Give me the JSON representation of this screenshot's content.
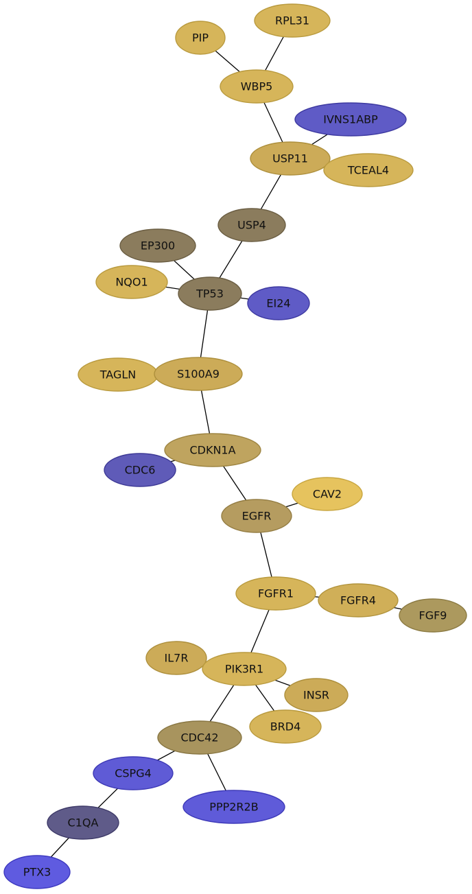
{
  "nodes": [
    {
      "id": "RPL31",
      "label": "RPL31",
      "fill": "#d6b55a",
      "stroke": "#b99a3e"
    },
    {
      "id": "PIP",
      "label": "PIP",
      "fill": "#d6b55a",
      "stroke": "#b99a3e"
    },
    {
      "id": "WBP5",
      "label": "WBP5",
      "fill": "#d6b55a",
      "stroke": "#b99a3e"
    },
    {
      "id": "IVNS1ABP",
      "label": "IVNS1ABP",
      "fill": "#5f5bc6",
      "stroke": "#3d39a0"
    },
    {
      "id": "USP11",
      "label": "USP11",
      "fill": "#ccab58",
      "stroke": "#ad8f3c"
    },
    {
      "id": "TCEAL4",
      "label": "TCEAL4",
      "fill": "#d6b55a",
      "stroke": "#b99a3e"
    },
    {
      "id": "USP4",
      "label": "USP4",
      "fill": "#8b7c5d",
      "stroke": "#6a5d42"
    },
    {
      "id": "EP300",
      "label": "EP300",
      "fill": "#8b7c5d",
      "stroke": "#6a5d42"
    },
    {
      "id": "NQO1",
      "label": "NQO1",
      "fill": "#d6b55a",
      "stroke": "#b99a3e"
    },
    {
      "id": "TP53",
      "label": "TP53",
      "fill": "#8b7c5d",
      "stroke": "#6a5d42"
    },
    {
      "id": "EI24",
      "label": "EI24",
      "fill": "#5f5bc6",
      "stroke": "#3d39a0"
    },
    {
      "id": "TAGLN",
      "label": "TAGLN",
      "fill": "#d6b55a",
      "stroke": "#b99a3e"
    },
    {
      "id": "S100A9",
      "label": "S100A9",
      "fill": "#ccab58",
      "stroke": "#ad8f3c"
    },
    {
      "id": "CDKN1A",
      "label": "CDKN1A",
      "fill": "#bfa45f",
      "stroke": "#9e8542"
    },
    {
      "id": "CDC6",
      "label": "CDC6",
      "fill": "#5f5bb8",
      "stroke": "#3d3995"
    },
    {
      "id": "CAV2",
      "label": "CAV2",
      "fill": "#e6c35e",
      "stroke": "#c8a640"
    },
    {
      "id": "EGFR",
      "label": "EGFR",
      "fill": "#b59c60",
      "stroke": "#947d43"
    },
    {
      "id": "FGFR1",
      "label": "FGFR1",
      "fill": "#d6b55a",
      "stroke": "#b99a3e"
    },
    {
      "id": "FGFR4",
      "label": "FGFR4",
      "fill": "#d0af58",
      "stroke": "#b1933c"
    },
    {
      "id": "FGF9",
      "label": "FGF9",
      "fill": "#ac995e",
      "stroke": "#8b7a42"
    },
    {
      "id": "IL7R",
      "label": "IL7R",
      "fill": "#ccab58",
      "stroke": "#ad8f3c"
    },
    {
      "id": "PIK3R1",
      "label": "PIK3R1",
      "fill": "#d6b55a",
      "stroke": "#b99a3e"
    },
    {
      "id": "INSR",
      "label": "INSR",
      "fill": "#ccab58",
      "stroke": "#ad8f3c"
    },
    {
      "id": "BRD4",
      "label": "BRD4",
      "fill": "#d6b55a",
      "stroke": "#b99a3e"
    },
    {
      "id": "CDC42",
      "label": "CDC42",
      "fill": "#a8945e",
      "stroke": "#887642"
    },
    {
      "id": "CSPG4",
      "label": "CSPG4",
      "fill": "#5f5bd6",
      "stroke": "#3d39b5"
    },
    {
      "id": "PPP2R2B",
      "label": "PPP2R2B",
      "fill": "#5f5bd9",
      "stroke": "#3d39b8"
    },
    {
      "id": "C1QA",
      "label": "C1QA",
      "fill": "#5f5b89",
      "stroke": "#3e3a68"
    },
    {
      "id": "PTX3",
      "label": "PTX3",
      "fill": "#5f5be0",
      "stroke": "#3d39bf"
    }
  ],
  "edges": [
    [
      "RPL31",
      "WBP5"
    ],
    [
      "PIP",
      "WBP5"
    ],
    [
      "WBP5",
      "USP11"
    ],
    [
      "IVNS1ABP",
      "USP11"
    ],
    [
      "USP11",
      "TCEAL4"
    ],
    [
      "USP11",
      "USP4"
    ],
    [
      "USP4",
      "TP53"
    ],
    [
      "EP300",
      "TP53"
    ],
    [
      "NQO1",
      "TP53"
    ],
    [
      "TP53",
      "EI24"
    ],
    [
      "TP53",
      "S100A9"
    ],
    [
      "TAGLN",
      "S100A9"
    ],
    [
      "S100A9",
      "CDKN1A"
    ],
    [
      "CDC6",
      "CDKN1A"
    ],
    [
      "CDKN1A",
      "EGFR"
    ],
    [
      "EGFR",
      "CAV2"
    ],
    [
      "EGFR",
      "FGFR1"
    ],
    [
      "FGFR1",
      "FGFR4"
    ],
    [
      "FGFR4",
      "FGF9"
    ],
    [
      "FGFR1",
      "PIK3R1"
    ],
    [
      "IL7R",
      "PIK3R1"
    ],
    [
      "PIK3R1",
      "INSR"
    ],
    [
      "PIK3R1",
      "BRD4"
    ],
    [
      "PIK3R1",
      "CDC42"
    ],
    [
      "CDC42",
      "CSPG4"
    ],
    [
      "CDC42",
      "PPP2R2B"
    ],
    [
      "CSPG4",
      "C1QA"
    ],
    [
      "C1QA",
      "PTX3"
    ]
  ]
}
